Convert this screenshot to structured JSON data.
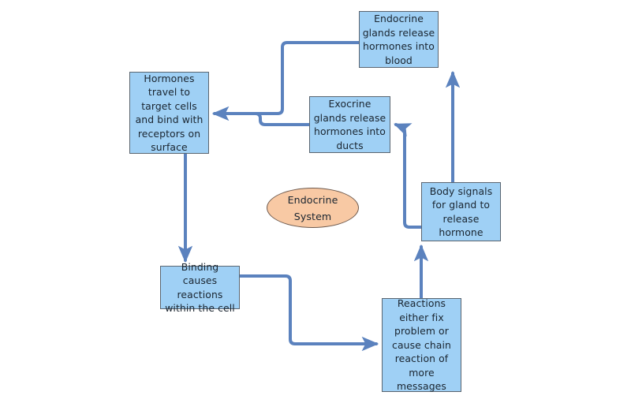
{
  "diagram": {
    "title": "Endocrine System",
    "colors": {
      "box_fill": "#9FD0F5",
      "box_border": "#5A6570",
      "ellipse_fill": "#F8C9A4",
      "ellipse_border": "#6E5A4E",
      "connector": "#5B82BE",
      "background": "#FFFFFF",
      "text": "#1A2530"
    },
    "nodes": [
      {
        "id": "endocrine-glands",
        "shape": "rectangle",
        "label": "Endocrine\nglands release\nhormones into\nblood"
      },
      {
        "id": "hormones-travel",
        "shape": "rectangle",
        "label": "Hormones\ntravel to\ntarget cells\nand bind with\nreceptors on\nsurface"
      },
      {
        "id": "exocrine-glands",
        "shape": "rectangle",
        "label": "Exocrine\nglands release\nhormones into\nducts"
      },
      {
        "id": "endocrine-system",
        "shape": "ellipse",
        "label": "Endocrine\nSystem"
      },
      {
        "id": "body-signals",
        "shape": "rectangle",
        "label": "Body signals\nfor gland to\nrelease\nhormone"
      },
      {
        "id": "binding-causes",
        "shape": "rectangle",
        "label": "Binding causes\nreactions\nwithin the cell"
      },
      {
        "id": "reactions",
        "shape": "rectangle",
        "label": "Reactions\neither fix\nproblem or\ncause chain\nreaction of\nmore\nmessages"
      }
    ],
    "connectors": [
      {
        "id": "endocrine-glands-to-hormones-travel",
        "from": "endocrine-glands",
        "to": "hormones-travel"
      },
      {
        "id": "exocrine-glands-to-hormones-travel",
        "from": "exocrine-glands",
        "to": "hormones-travel"
      },
      {
        "id": "hormones-travel-to-binding-causes",
        "from": "hormones-travel",
        "to": "binding-causes"
      },
      {
        "id": "binding-causes-to-reactions",
        "from": "binding-causes",
        "to": "reactions"
      },
      {
        "id": "reactions-to-body-signals",
        "from": "reactions",
        "to": "body-signals"
      },
      {
        "id": "body-signals-to-endocrine-glands",
        "from": "body-signals",
        "to": "endocrine-glands"
      },
      {
        "id": "body-signals-to-exocrine-glands",
        "from": "body-signals",
        "to": "exocrine-glands"
      }
    ]
  }
}
